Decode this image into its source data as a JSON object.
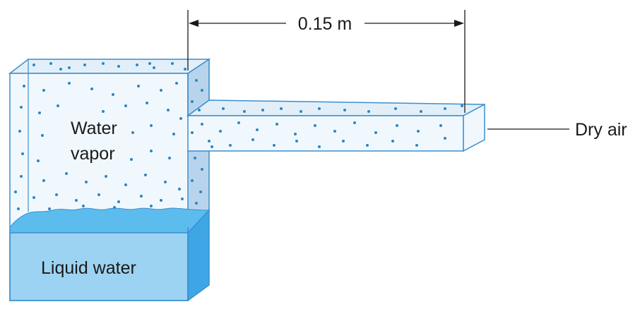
{
  "labels": {
    "dimension": "0.15 m",
    "water_vapor_line1": "Water",
    "water_vapor_line2": "vapor",
    "liquid_water": "Liquid water",
    "dry_air": "Dry air"
  },
  "colors": {
    "outline": "#3a8fd0",
    "vapor_fill": "#f1f8fd",
    "top_face": "#e3eff8",
    "side_face": "#b8d4ec",
    "water_front": "#9dd3f2",
    "water_surface": "#5cbcee",
    "water_side": "#3fa6e6",
    "molecule": "#2e86c1",
    "text": "#1a1a1a"
  }
}
